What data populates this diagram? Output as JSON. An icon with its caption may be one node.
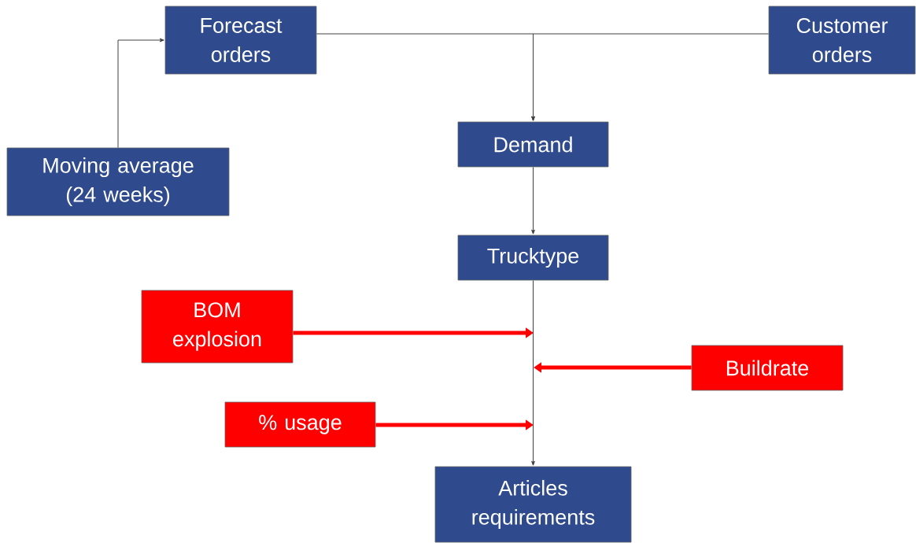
{
  "diagram": {
    "nodes": [
      {
        "text": [
          "Forecast orders"
        ]
      },
      {
        "text": [
          "Customer orders"
        ]
      },
      {
        "text": [
          "Moving average (24 weeks)"
        ]
      },
      {
        "text": [
          "Demand"
        ]
      },
      {
        "text": [
          "Trucktype"
        ]
      },
      {
        "text": [
          "BOM explosion"
        ]
      },
      {
        "text": [
          "Buildrate"
        ]
      },
      {
        "text": [
          "% usage"
        ]
      },
      {
        "text": [
          "Articles requirements"
        ]
      }
    ],
    "edges": [
      {
        "from": 2,
        "to": 0,
        "arrow": "to"
      },
      {
        "from": 0,
        "to": 3,
        "arrow": "to"
      },
      {
        "from": 1,
        "to": 3,
        "arrow": "to"
      },
      {
        "from": 3,
        "to": 4,
        "arrow": "to"
      },
      {
        "from": 4,
        "to": 8,
        "arrow": "to"
      },
      {
        "from": 5,
        "to": null,
        "arrow": "to",
        "style": "thick",
        "color": "#ff0000"
      },
      {
        "from": 6,
        "to": null,
        "arrow": "to",
        "style": "thick",
        "color": "#ff0000"
      },
      {
        "from": 7,
        "to": null,
        "arrow": "to",
        "style": "thick",
        "color": "#ff0000"
      }
    ]
  }
}
